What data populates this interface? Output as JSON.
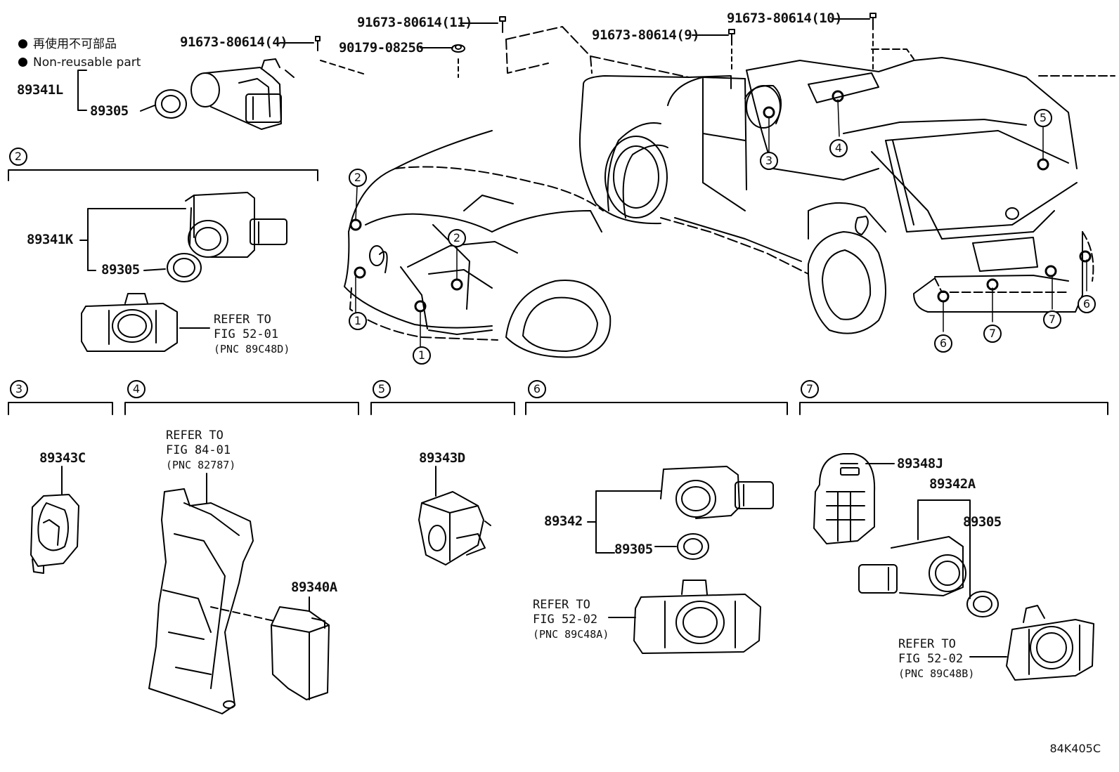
{
  "legend": {
    "japanese": "再使用不可部品",
    "english": "Non-reusable part"
  },
  "fasteners": [
    {
      "part": "91673-80614(4)"
    },
    {
      "part": "90179-08256"
    },
    {
      "part": "91673-80614(11)"
    },
    {
      "part": "91673-80614(9)"
    },
    {
      "part": "91673-80614(10)"
    }
  ],
  "top_group": {
    "holder": "89341L",
    "retainer": "89305"
  },
  "section2": {
    "marker": "2",
    "sensor": "89341K",
    "retainer": "89305",
    "refer": [
      "REFER TO",
      "FIG 52-01",
      "(PNC 89C48D)"
    ]
  },
  "section3": {
    "marker": "3",
    "part": "89343C"
  },
  "section4": {
    "marker": "4",
    "refer": [
      "REFER TO",
      "FIG 84-01",
      "(PNC 82787)"
    ],
    "module": "89340A"
  },
  "section5": {
    "marker": "5",
    "part": "89343D"
  },
  "section6": {
    "marker": "6",
    "sensor": "89342",
    "retainer": "89305",
    "refer": [
      "REFER TO",
      "FIG 52-02",
      "(PNC 89C48A)"
    ]
  },
  "section7": {
    "marker": "7",
    "bracket": "89348J",
    "sensor": "89342A",
    "retainer": "89305",
    "refer": [
      "REFER TO",
      "FIG 52-02",
      "(PNC 89C48B)"
    ]
  },
  "car_markers": {
    "front": [
      "2",
      "1",
      "2",
      "1"
    ],
    "rear": [
      "3",
      "4",
      "5",
      "6",
      "7",
      "7",
      "6"
    ]
  },
  "figure_code": "84K405C"
}
